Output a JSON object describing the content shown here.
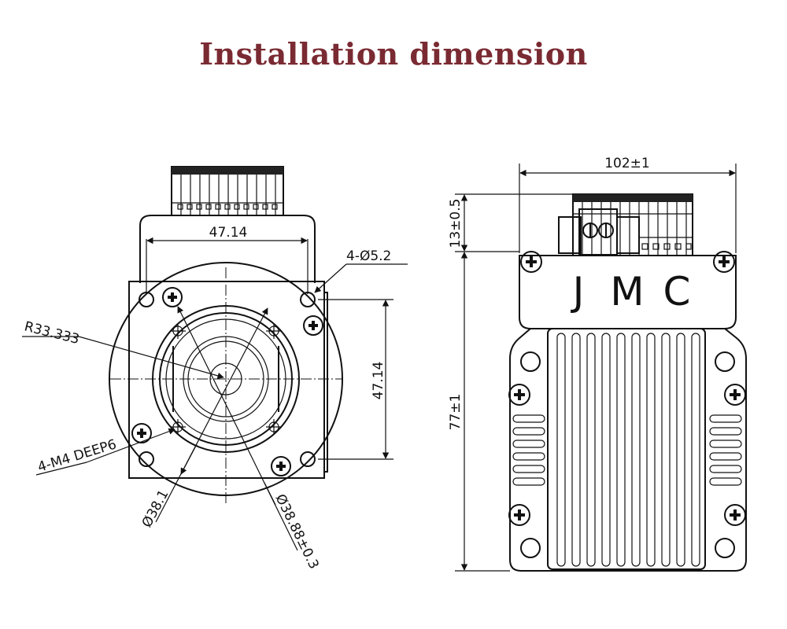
{
  "title": "Installation dimension",
  "front_view": {
    "width_top_dim": "47.14",
    "height_right_dim": "47.14",
    "hole_callout": "4-Ø5.2",
    "radius_callout": "R33.333",
    "thread_callout": "4-M4 DEEP6",
    "bore_dia": "Ø38.1",
    "boss_dia": "Ø38.88±0.3"
  },
  "side_view": {
    "width_dim": "102±1",
    "connector_height_dim": "13±0.5",
    "body_height_dim": "77±1",
    "brand_letters": [
      "J",
      "M",
      "C"
    ]
  },
  "colors": {
    "title": "#7a2a32",
    "line": "#111111"
  }
}
